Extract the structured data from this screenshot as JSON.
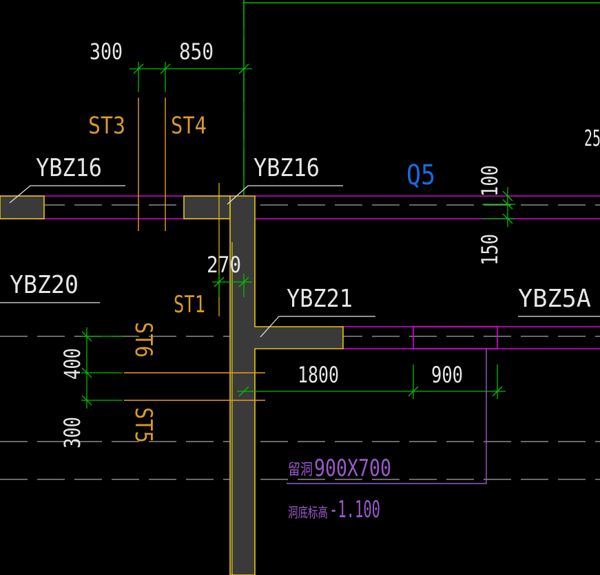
{
  "colors": {
    "background": "#000000",
    "dimension": "#00c000",
    "axis": "#a8a8a8",
    "wall": "#e000e0",
    "column": "#e8c800",
    "column_fill": "#3a3a3a",
    "stair_label": "#d89a2a",
    "wall_label": "#1a6adf",
    "opening": "#9a5acb",
    "text": "#e6e6e6"
  },
  "columns": {
    "ybz16_left": "YBZ16",
    "ybz16_right": "YBZ16",
    "ybz20": "YBZ20",
    "ybz21": "YBZ21",
    "ybz5a": "YBZ5A"
  },
  "stairs": {
    "st1": "ST1",
    "st3": "ST3",
    "st4": "ST4",
    "st5": "ST5",
    "st6": "ST6"
  },
  "wall_label": "Q5",
  "dimensions": {
    "d300_top": "300",
    "d850": "850",
    "d100": "100",
    "d150": "150",
    "d270": "270",
    "d400": "400",
    "d300_left": "300",
    "d1800": "1800",
    "d900": "900",
    "d25_partial": "25"
  },
  "opening": {
    "size_prefix": "留洞",
    "size": "900X700",
    "elevation_prefix": "洞底标高",
    "elevation": "-1.100"
  }
}
